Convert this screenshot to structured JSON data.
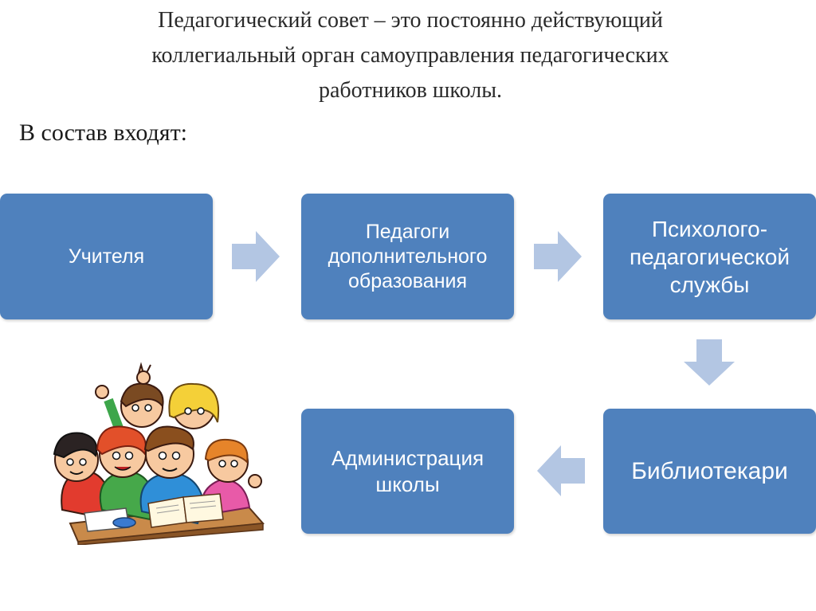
{
  "title": {
    "line1": "Педагогический совет – это постоянно действующий",
    "line2": "коллегиальный орган самоуправления педагогических",
    "line3": "работников школы."
  },
  "subtitle": "В состав входят:",
  "boxes": {
    "teachers": "Учителя",
    "extra_ed": "Педагоги\nдополнительного\nобразования",
    "psych": "Психолого-\nпедагогической\nслужбы",
    "library": "Библиотекари",
    "admin": "Администрация\nшколы"
  },
  "colors": {
    "box": "#4f81bd",
    "arrow": "#b3c6e3"
  },
  "icons": {
    "arrow": "block-arrow-icon",
    "illustration": "children-at-desk-illustration"
  }
}
